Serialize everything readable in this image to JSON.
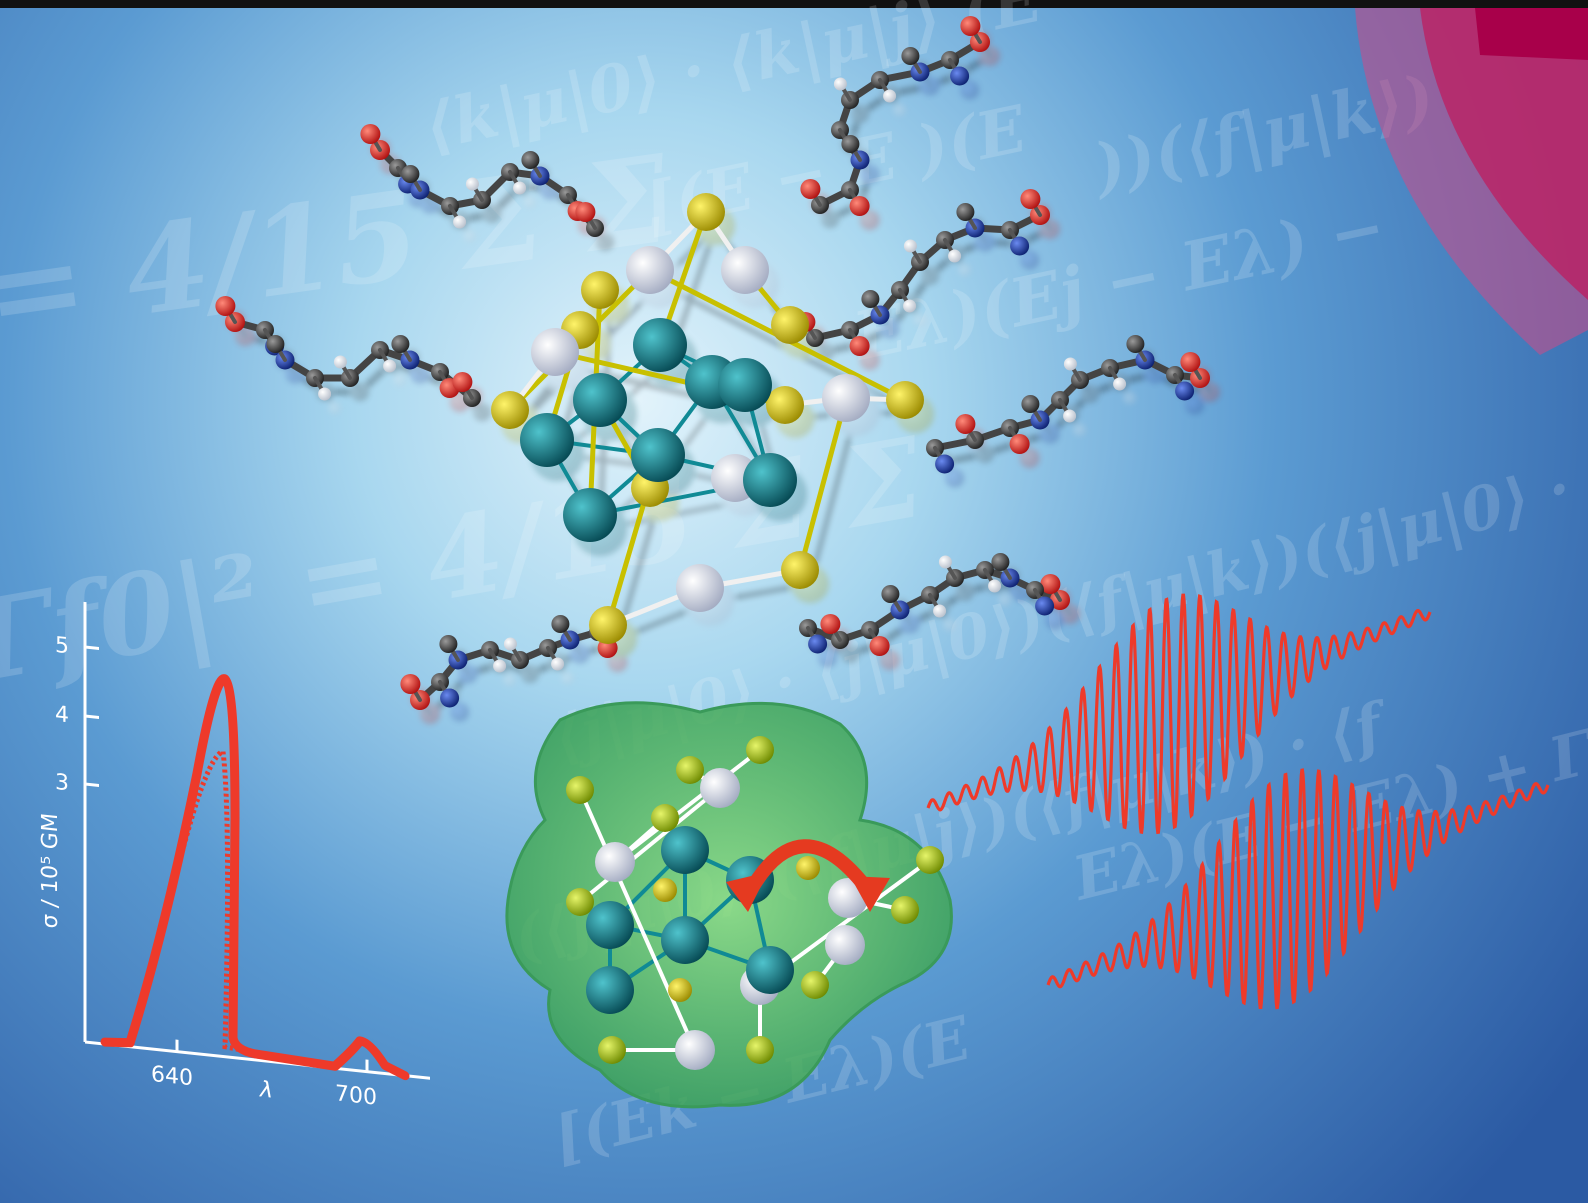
{
  "colors": {
    "bg_top": "#b9dff1",
    "bg_mid": "#5b9bd2",
    "bg_bottom": "#2b5aa3",
    "carbon": "#3a3a3a",
    "oxygen": "#e0201a",
    "nitrogen": "#1c3c9c",
    "hydrogen": "#ffffff",
    "sulfur": "#e2d000",
    "gold_core": "#0f8a95",
    "silver": "#e8ecf6",
    "pulse_red": "#ee3a2a",
    "green_surface": "#5cc84a",
    "accent_magenta": "#c2185b"
  },
  "formulas": [
    {
      "text": "= 4/15 Σ Σ"
    },
    {
      "text": "⟨k|μ|0⟩ · ⟨k|μ|j⟩ (E"
    },
    {
      "text": "[(E  − E )(E"
    },
    {
      "text": "))(⟨f|μ|k⟩)"
    },
    {
      "text": "Eλ)(Ej − Eλ) −"
    },
    {
      "text": "Γf0|² = 4/15 Σ Σ"
    },
    {
      "text": "⟨j|μ|0⟩ · ⟨j|μ|0⟩)(⟨f|μ|k⟩)(⟨j|μ|0⟩ · ⟨j"
    },
    {
      "text": "(⟨j|μ|0⟩)(⟨f|μ|j⟩)(⟨f|μ|k⟩) · ⟨f"
    },
    {
      "text": "Eλ)(E − Eλ) + Γ²"
    },
    {
      "text": "[(Ek − Eλ)(E"
    }
  ],
  "spectrum": {
    "ylabel": "σ / 10⁵ GM",
    "xlabel": "λ",
    "yticks": [
      "3",
      "4",
      "5"
    ],
    "xticks": [
      "640",
      "700"
    ]
  },
  "icons": {
    "rotation": "double-arrow-icon",
    "pulses": "laser-pulse-icon"
  }
}
